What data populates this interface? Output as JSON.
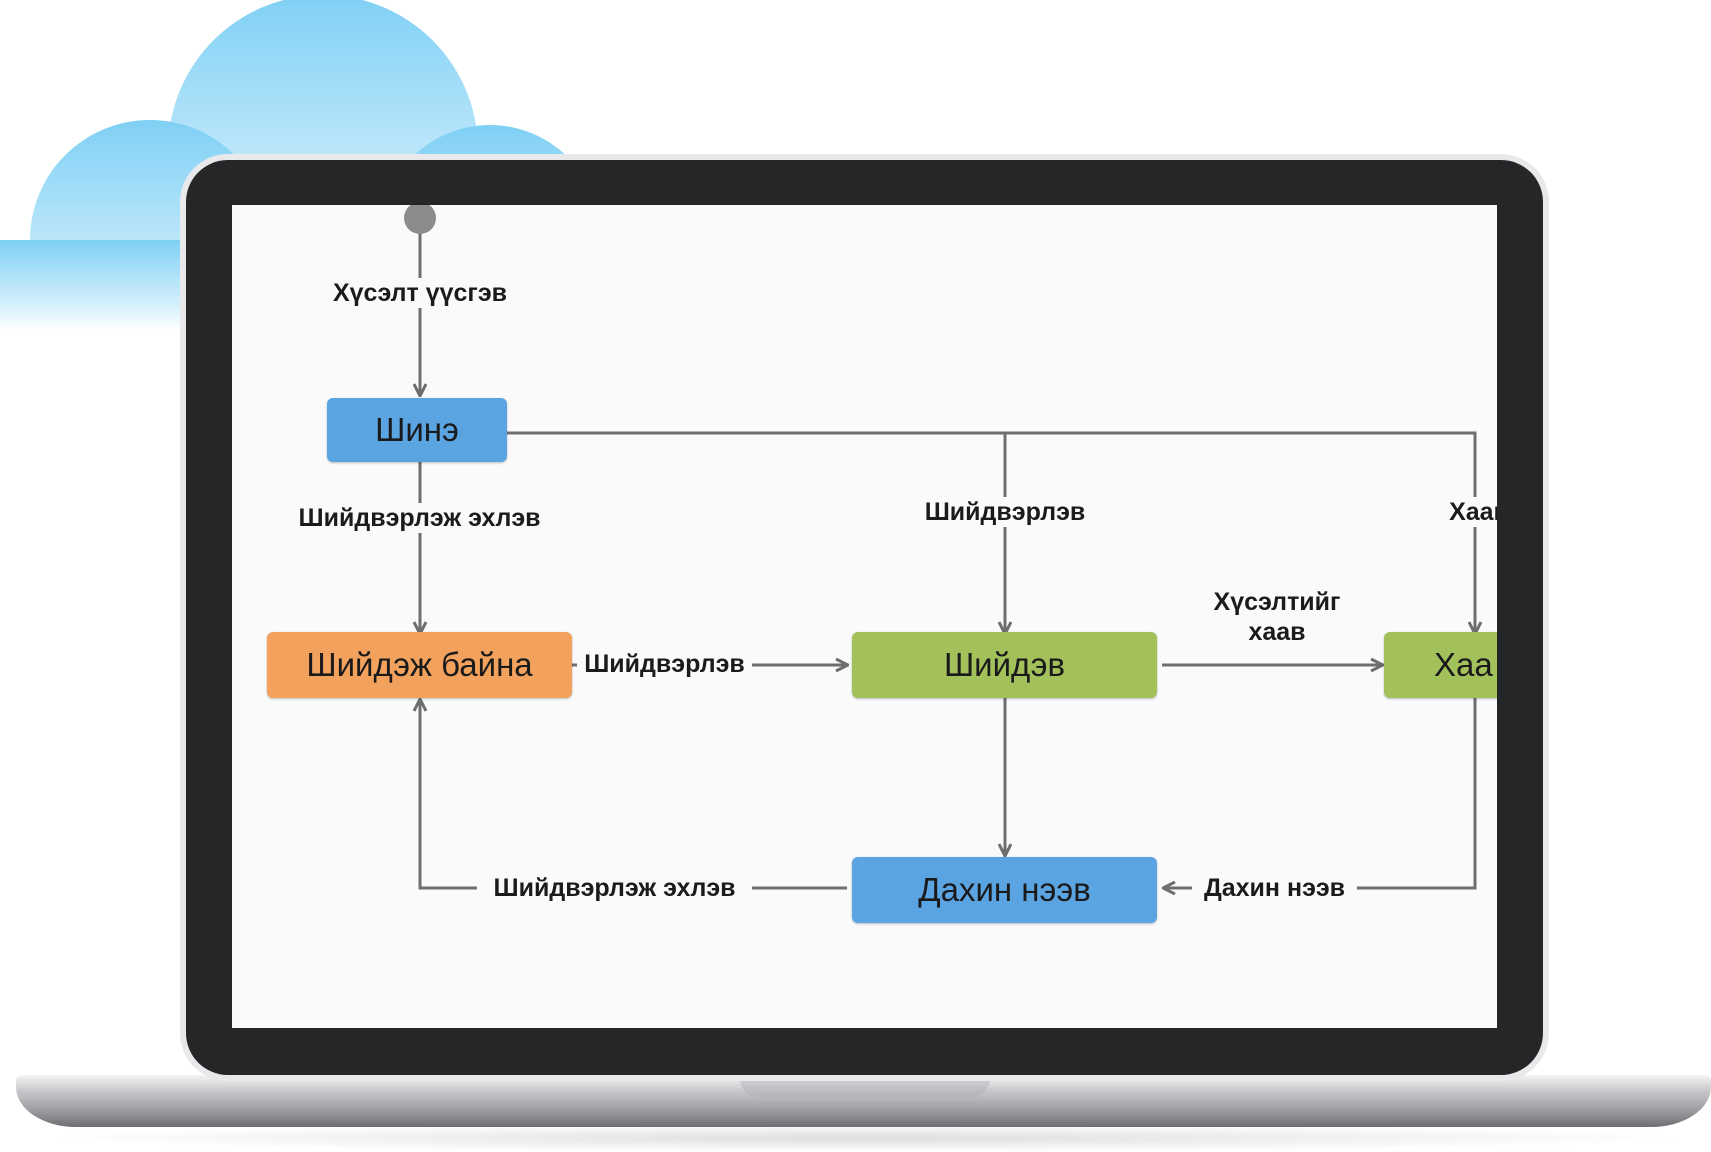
{
  "colors": {
    "blue": "#5aa4e2",
    "orange": "#f2a25c",
    "green": "#a3c15b",
    "line": "#6e6e6e",
    "start": "#8c8c8c"
  },
  "states": {
    "new": "Шинэ",
    "in_progress": "Шийдэж байна",
    "resolved": "Шийдэв",
    "closed": "Хаа",
    "reopened": "Дахин нээв"
  },
  "transitions": {
    "created": "Хүсэлт үүсгэв",
    "start_resolving_1": "Шийдвэрлэж эхлэв",
    "resolved_from_new": "Шийдвэрлэв",
    "closed_from_new": "Хаав",
    "resolved_from_progress": "Шийдвэрлэв",
    "close_request_line1": "Хүсэлтийг",
    "close_request_line2": "хаав",
    "start_resolving_2": "Шийдвэрлэж эхлэв",
    "reopened_label": "Дахин нээв"
  }
}
